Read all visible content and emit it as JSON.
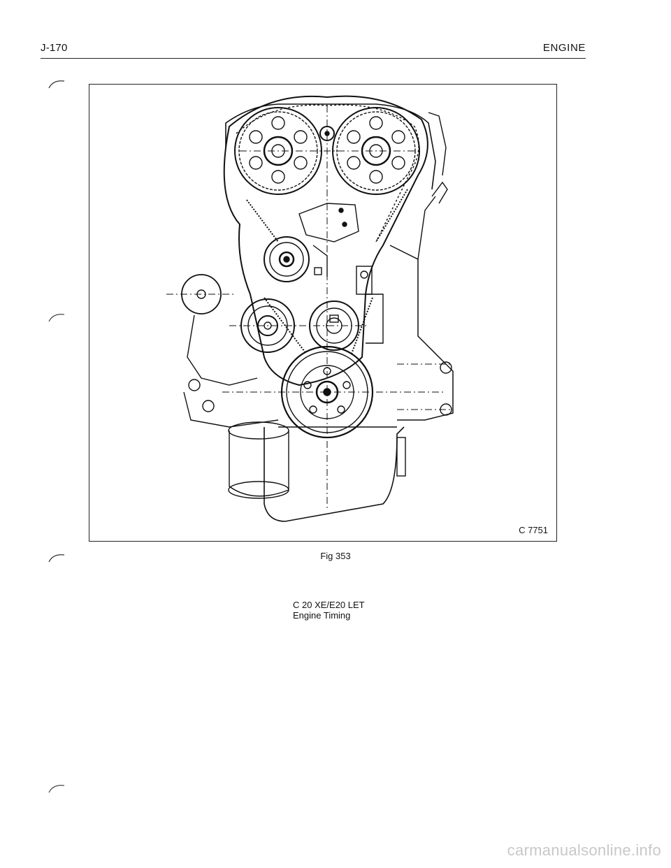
{
  "header": {
    "page_number": "J-170",
    "section_title": "ENGINE"
  },
  "figure": {
    "reference_code": "C 7751",
    "caption": "Fig 353",
    "subject": [
      "C 20 XE/E20 LET",
      "Engine Timing"
    ]
  },
  "watermark": "carmanualsonline.info"
}
